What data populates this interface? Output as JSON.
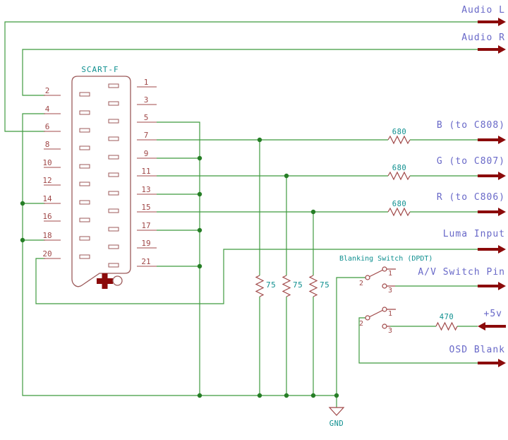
{
  "connector": {
    "name": "SCART-F",
    "pins_left": [
      "2",
      "4",
      "6",
      "8",
      "10",
      "12",
      "14",
      "16",
      "18",
      "20"
    ],
    "pins_right": [
      "1",
      "3",
      "5",
      "7",
      "9",
      "11",
      "13",
      "15",
      "17",
      "19",
      "21"
    ]
  },
  "resistors": {
    "r_b": "680",
    "r_g": "680",
    "r_r": "680",
    "r75_1": "75",
    "r75_2": "75",
    "r75_3": "75",
    "r470": "470"
  },
  "labels": {
    "audio_l": "Audio L",
    "audio_r": "Audio R",
    "blue": "B (to C808)",
    "green": "G (to C807)",
    "red": "R (to C806)",
    "luma": "Luma Input",
    "av_switch": "A/V Switch Pin",
    "plus5v": "+5v",
    "osd_blank": "OSD Blank"
  },
  "switches": {
    "caption": "Blanking Switch (DPDT)",
    "sw1": {
      "p1": "1",
      "p2": "2",
      "p3": "3"
    },
    "sw2": {
      "p1": "1",
      "p2": "2",
      "p3": "3"
    }
  },
  "ground_label": "GND",
  "colors": {
    "wire": "#3f9b3f",
    "junction": "#267e26",
    "device_outline": "#9c5a5a",
    "pin_graphics": "#a04848",
    "arrow": "#8b0a0a",
    "hier_label": "#6868c8",
    "value_text": "#0e8f8f"
  }
}
